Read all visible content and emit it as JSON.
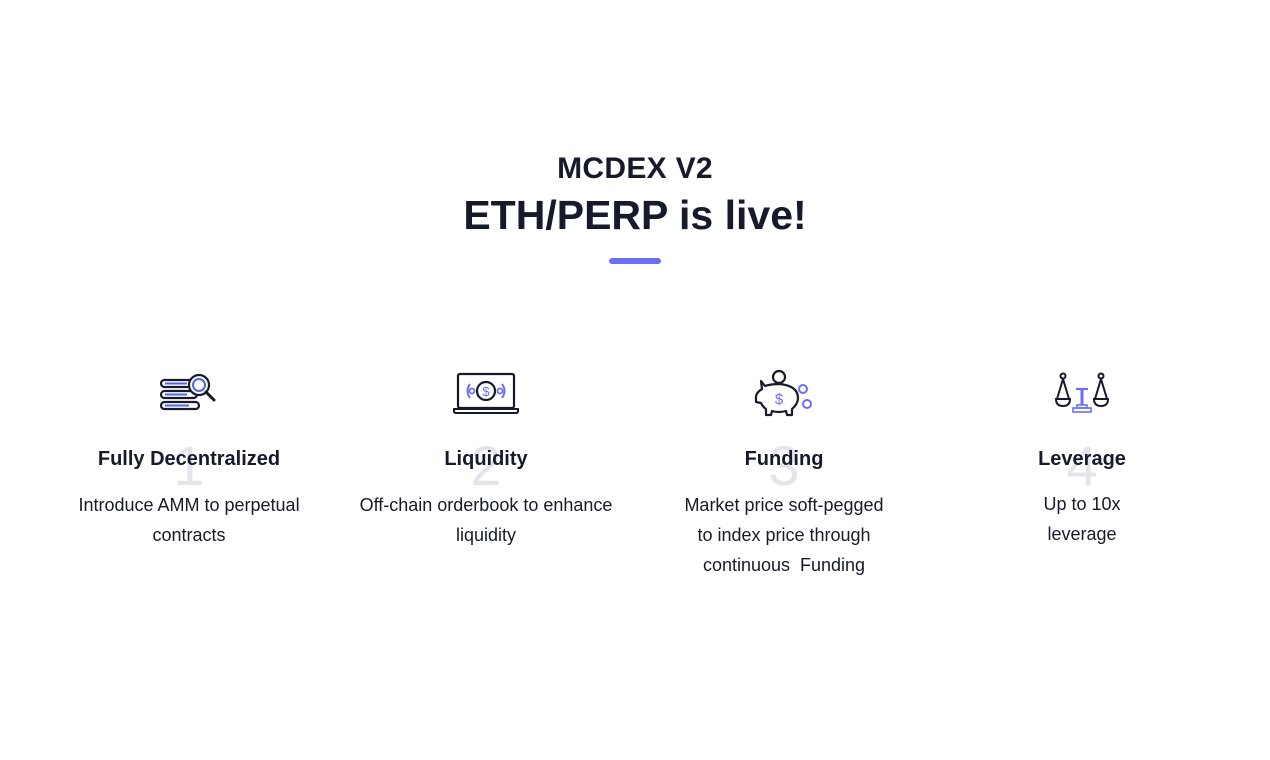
{
  "header": {
    "subtitle": "MCDEX V2",
    "title": "ETH/PERP is live!"
  },
  "colors": {
    "accent": "#6b6ff5",
    "text": "#161a2b",
    "number_watermark": "#e4e5ea"
  },
  "features": [
    {
      "number": "1",
      "icon": "search-list-icon",
      "title": "Fully Decentralized",
      "desc_lines": [
        "Introduce AMM to perpetual",
        "contracts"
      ]
    },
    {
      "number": "2",
      "icon": "laptop-dollar-icon",
      "title": "Liquidity",
      "desc_lines": [
        "Off-chain orderbook to enhance",
        "liquidity"
      ]
    },
    {
      "number": "3",
      "icon": "piggy-bank-icon",
      "title": "Funding",
      "desc_lines": [
        "Market price soft-pegged",
        "to index price through",
        "continuous  Funding"
      ]
    },
    {
      "number": "4",
      "icon": "scales-icon",
      "title": "Leverage",
      "desc_lines": [
        "Up to 10x",
        "leverage"
      ]
    }
  ]
}
